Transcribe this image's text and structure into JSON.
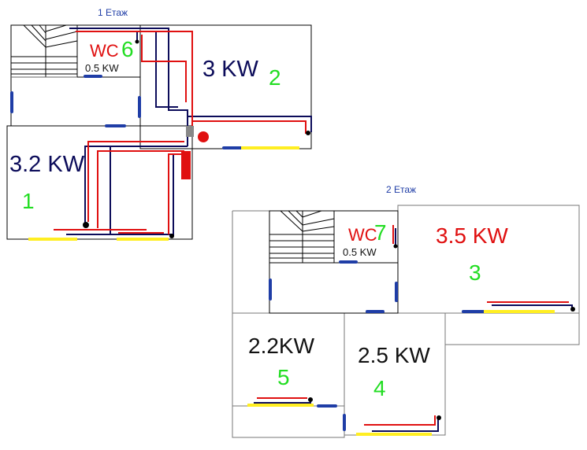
{
  "colors": {
    "wall": "#000000",
    "wall_light": "#666666",
    "supply_pipe": "#e01010",
    "return_pipe": "#0c0c5a",
    "radiator": "#ffee22",
    "window": "#1f3da6",
    "room_number": "#22dd22",
    "power_navy": "#0c0c5a",
    "power_red": "#e01010",
    "floor_title": "#1f3da6"
  },
  "floors": [
    {
      "title": "1 Етаж",
      "wc": {
        "label": "WC",
        "number": "6",
        "power": "0.5 KW"
      },
      "rooms": [
        {
          "number": "2",
          "power": "3 KW"
        },
        {
          "number": "1",
          "power": "3.2 KW"
        }
      ]
    },
    {
      "title": "2 Етаж",
      "wc": {
        "label": "WC",
        "number": "7",
        "power": "0.5 KW"
      },
      "rooms": [
        {
          "number": "3",
          "power": "3.5 KW"
        },
        {
          "number": "5",
          "power": "2.2KW"
        },
        {
          "number": "4",
          "power": "2.5 KW"
        }
      ]
    }
  ]
}
